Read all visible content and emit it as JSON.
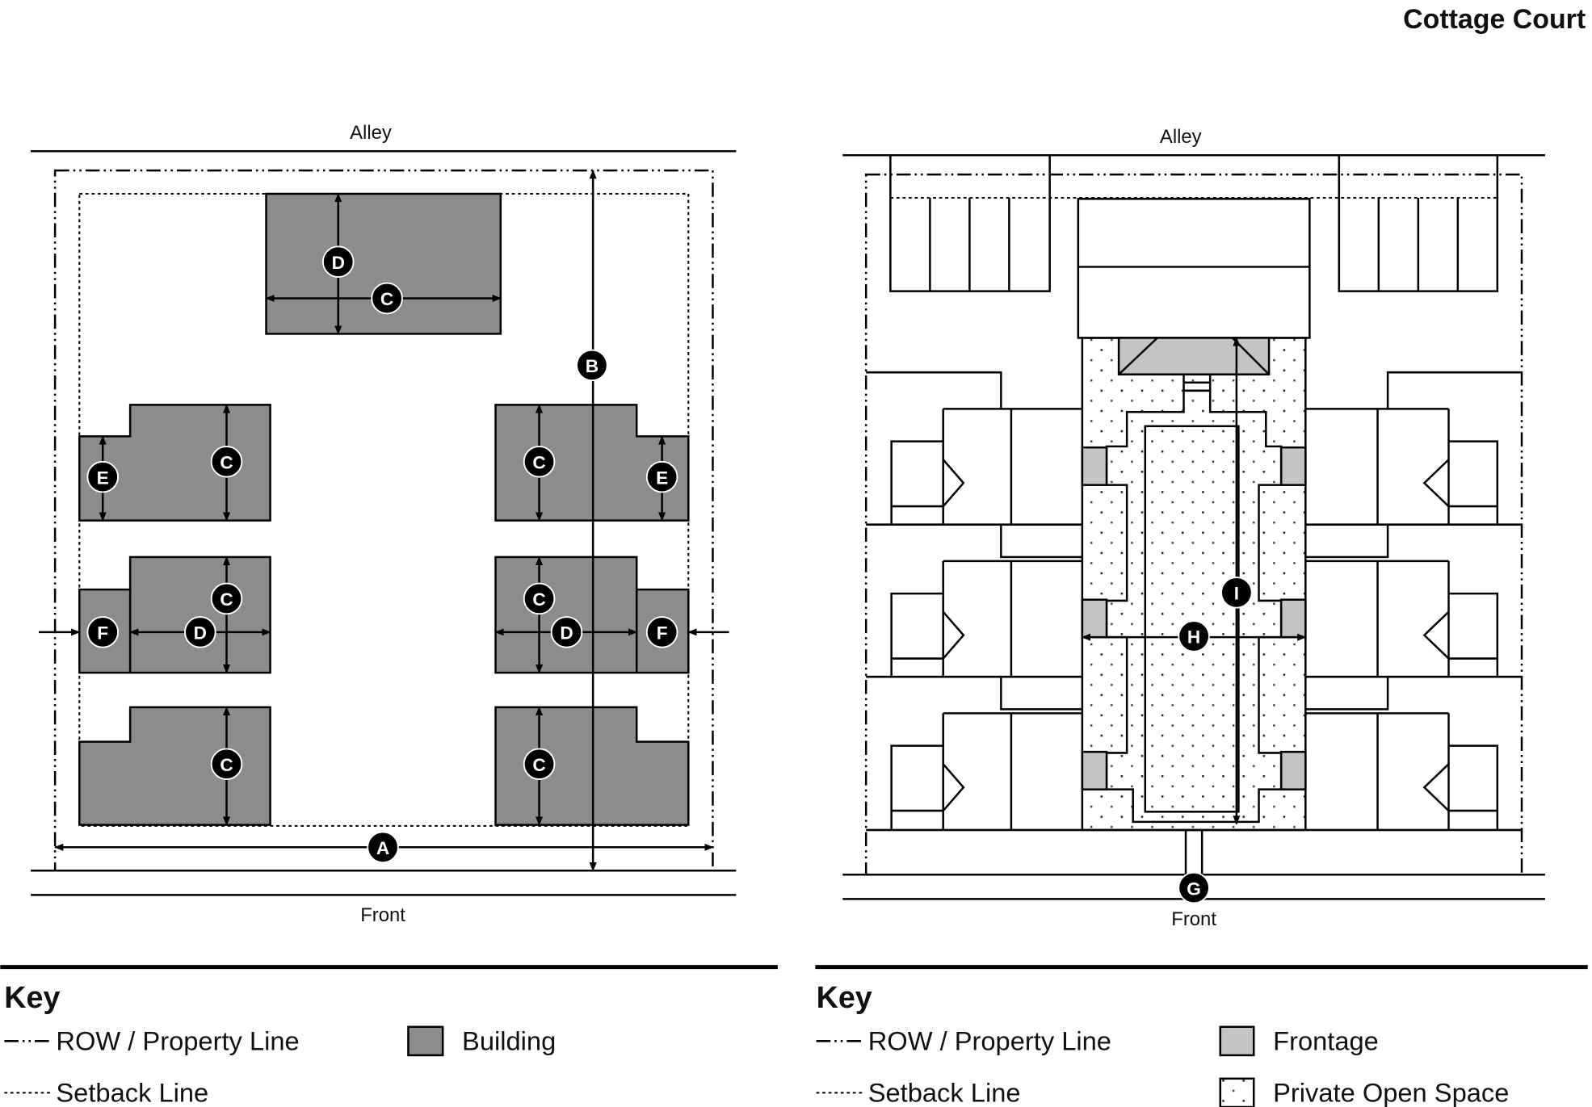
{
  "title": "Cottage Court",
  "left_plan": {
    "alley_label": "Alley",
    "front_label": "Front",
    "markers": [
      "A",
      "B",
      "C",
      "D",
      "C",
      "E",
      "C",
      "E",
      "C",
      "D",
      "F",
      "C",
      "D",
      "F",
      "C",
      "C"
    ]
  },
  "right_plan": {
    "alley_label": "Alley",
    "front_label": "Front",
    "markers": [
      "G",
      "H",
      "I"
    ]
  },
  "left_key": {
    "heading": "Key",
    "items": [
      "ROW / Property Line",
      "Setback Line",
      "Building"
    ]
  },
  "right_key": {
    "heading": "Key",
    "items": [
      "ROW / Property Line",
      "Setback Line",
      "Frontage",
      "Private Open Space"
    ]
  },
  "colors": {
    "building": "#8c8c8c",
    "frontage": "#c4c4c4"
  }
}
